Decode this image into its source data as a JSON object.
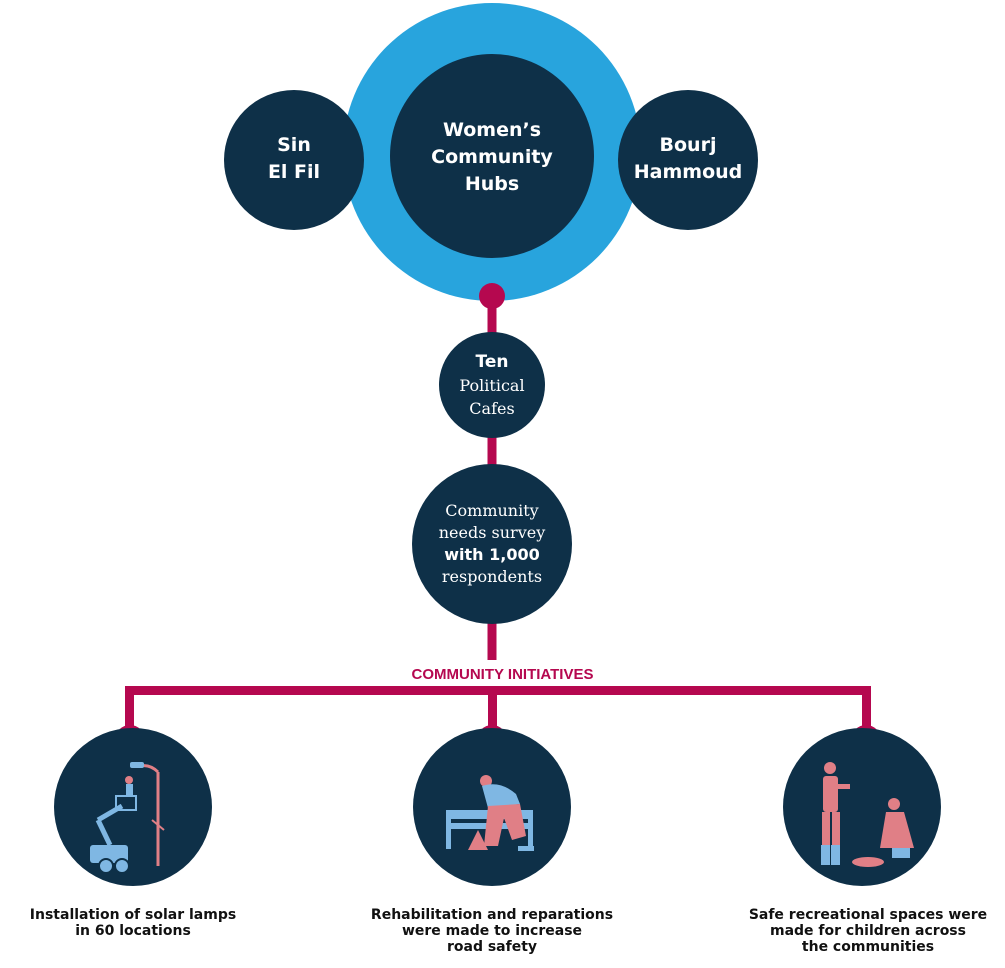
{
  "colors": {
    "navy": "#0e3048",
    "blue": "#28a4dd",
    "magenta": "#b5084f",
    "pink": "#e07f86",
    "light_blue": "#7fb7e3"
  },
  "hub": {
    "center_lines": [
      "Women’s",
      "Community",
      "Hubs"
    ],
    "left_lines": [
      "Sin",
      "El Fil"
    ],
    "right_lines": [
      "Bourj",
      "Hammoud"
    ]
  },
  "cafes": {
    "bold": "Ten",
    "lines": [
      "Political",
      "Cafes"
    ]
  },
  "survey": {
    "lines_top": [
      "Community",
      "needs survey"
    ],
    "bold": "with 1,000",
    "line_bottom": "respondents"
  },
  "initiatives": {
    "label": "COMMUNITY INITIATIVES",
    "items": [
      {
        "icon": "solar-lamp-installation-icon",
        "caption_lines": [
          "Installation of solar lamps",
          "in 60 locations"
        ]
      },
      {
        "icon": "road-repair-worker-icon",
        "caption_lines": [
          "Rehabilitation and reparations",
          "were made to increase",
          "road safety"
        ]
      },
      {
        "icon": "gardening-people-icon",
        "caption_lines": [
          "Safe recreational spaces were",
          "made for children across",
          "the communities"
        ]
      }
    ]
  }
}
